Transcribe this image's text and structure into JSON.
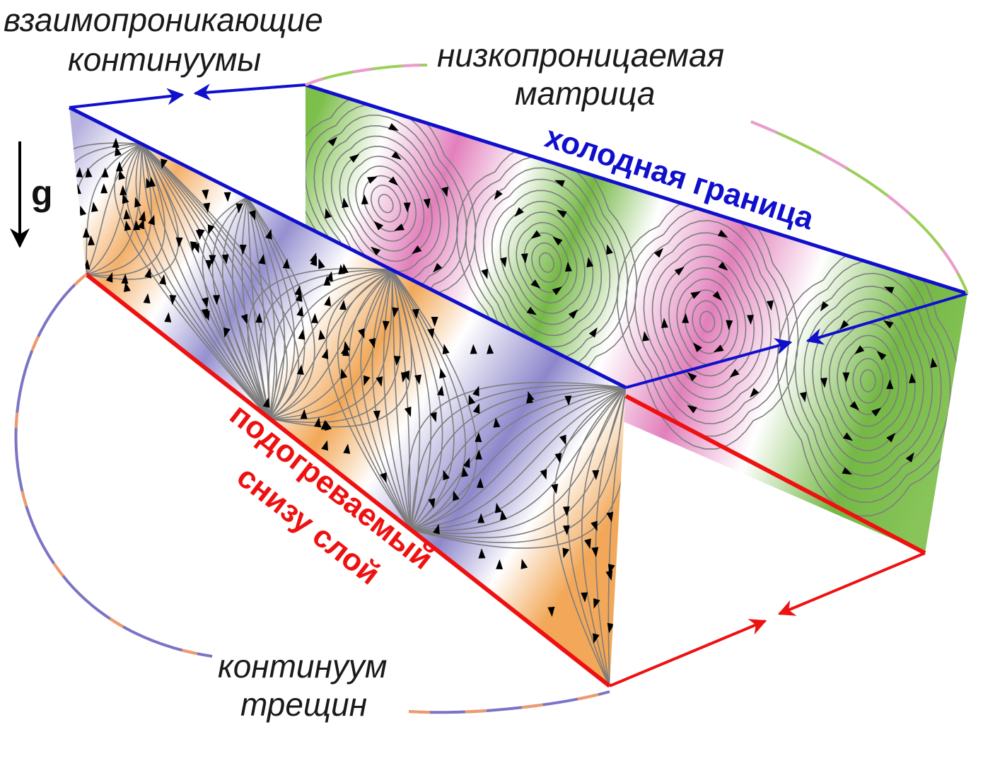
{
  "labels": {
    "interpenetrating_line1": "взаимопроникающие",
    "interpenetrating_line2": "континуумы",
    "matrix_line1": "низкопроницаемая",
    "matrix_line2": "матрица",
    "cold_boundary": "холодная граница",
    "gravity": "g",
    "heated_line1": "подогреваемый",
    "heated_line2": "снизу слой",
    "fracture_line1": "континуум",
    "fracture_line2": "трещин"
  },
  "colors": {
    "cold": "#1010cc",
    "hot": "#ee1111",
    "fracture_orange": "#f2a95a",
    "fracture_violet": "#8e88cc",
    "matrix_green": "#7cbf4a",
    "matrix_pink": "#e98ac3",
    "streamline": "#7d7d7d",
    "arrowhead": "#000000"
  }
}
